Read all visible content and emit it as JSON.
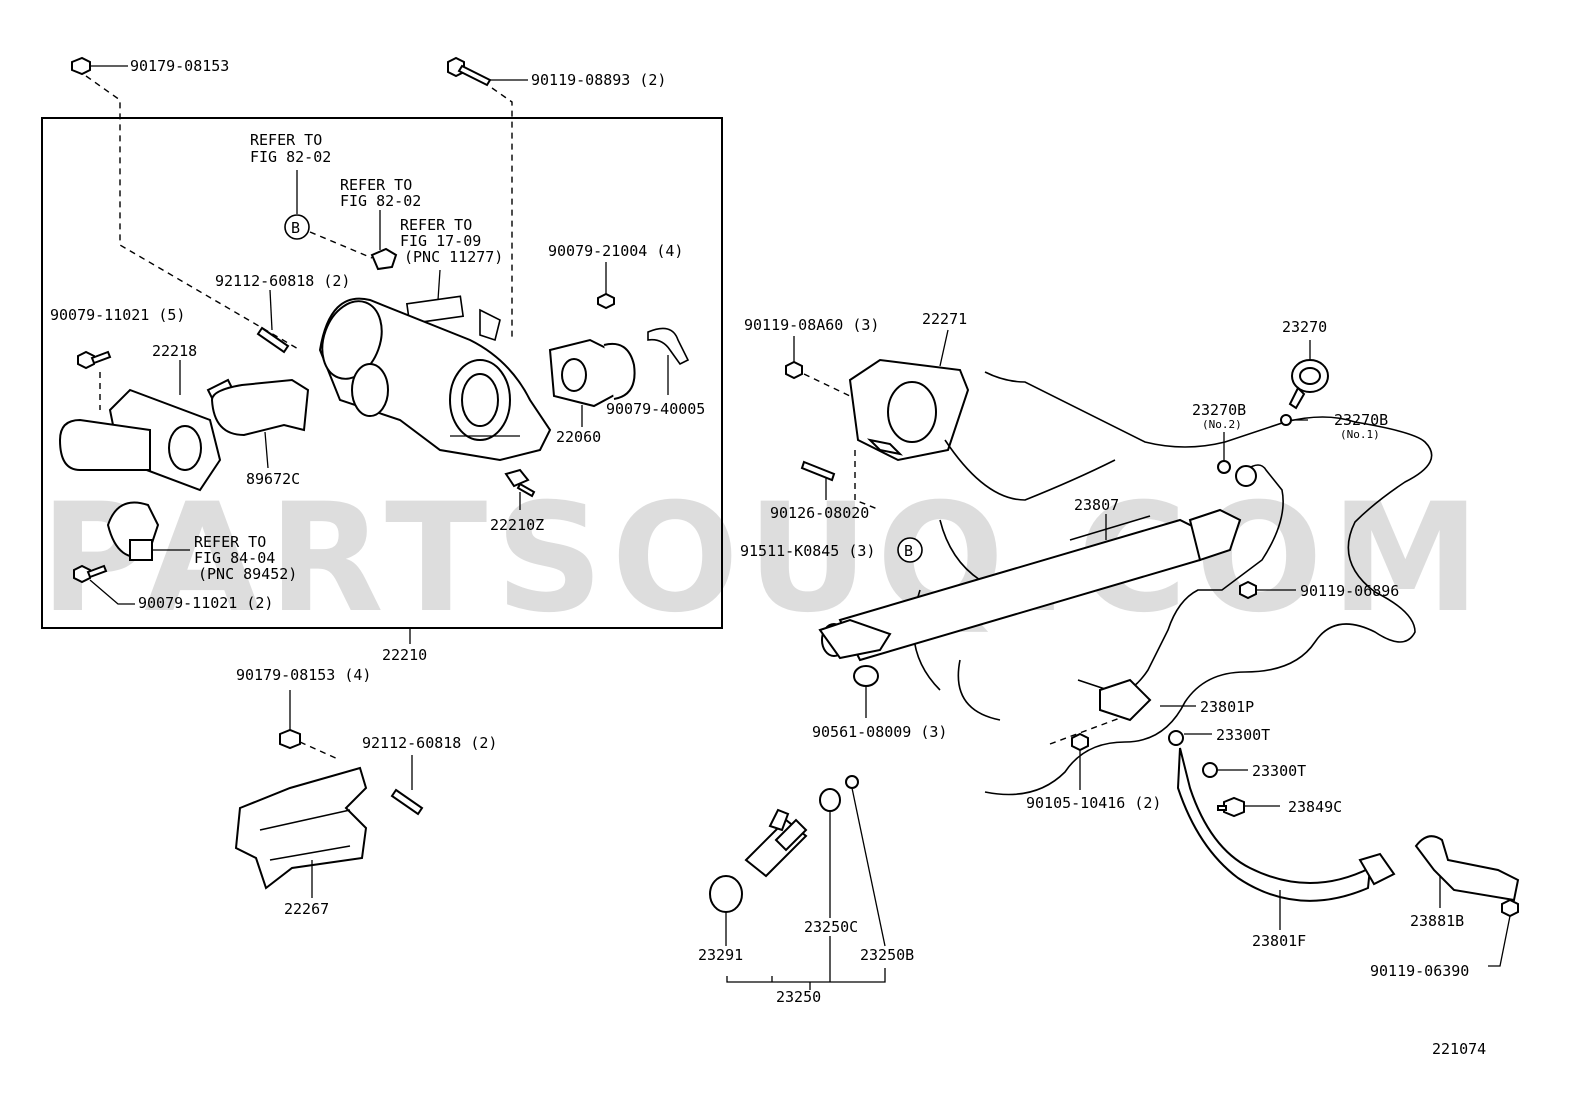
{
  "watermark": "PARTSOUQ.COM",
  "diagram_id": "221074",
  "badge": "B",
  "labels": {
    "p90179_08153_top": "90179-08153",
    "p90119_08893": "90119-08893 (2)",
    "refer_82_02_a_1": "REFER TO",
    "refer_82_02_a_2": "FIG 82-02",
    "refer_82_02_b_1": "REFER TO",
    "refer_82_02_b_2": "FIG 82-02",
    "refer_17_09_1": "REFER TO",
    "refer_17_09_2": "FIG 17-09",
    "refer_17_09_3": "(PNC 11277)",
    "p90079_21004": "90079-21004 (4)",
    "p92112_60818_top": "92112-60818 (2)",
    "p90079_11021_5": "90079-11021 (5)",
    "p22218": "22218",
    "p90079_40005": "90079-40005",
    "p22060": "22060",
    "p89672c": "89672C",
    "p22210z": "22210Z",
    "refer_84_04_1": "REFER TO",
    "refer_84_04_2": "FIG 84-04",
    "refer_84_04_3": "(PNC 89452)",
    "p90079_11021_2": "90079-11021 (2)",
    "p22210": "22210",
    "p90179_08153_4": "90179-08153 (4)",
    "p92112_60818_bottom": "92112-60818 (2)",
    "p22267": "22267",
    "p90119_08a60": "90119-08A60 (3)",
    "p22271": "22271",
    "p23270": "23270",
    "p23270b_no2": "23270B",
    "no2": "(No.2)",
    "p23270b_no1": "23270B",
    "no1": "(No.1)",
    "p90126_08020": "90126-08020",
    "p23807": "23807",
    "p91511_k0845": "91511-K0845 (3)",
    "p90119_06896": "90119-06896",
    "p90561_08009": "90561-08009 (3)",
    "p23801p": "23801P",
    "p23300t_a": "23300T",
    "p23300t_b": "23300T",
    "p23849c": "23849C",
    "p90105_10416": "90105-10416 (2)",
    "p23250c": "23250C",
    "p23250b": "23250B",
    "p23291": "23291",
    "p23250": "23250",
    "p23801f": "23801F",
    "p23881b": "23881B",
    "p90119_06390": "90119-06390"
  }
}
